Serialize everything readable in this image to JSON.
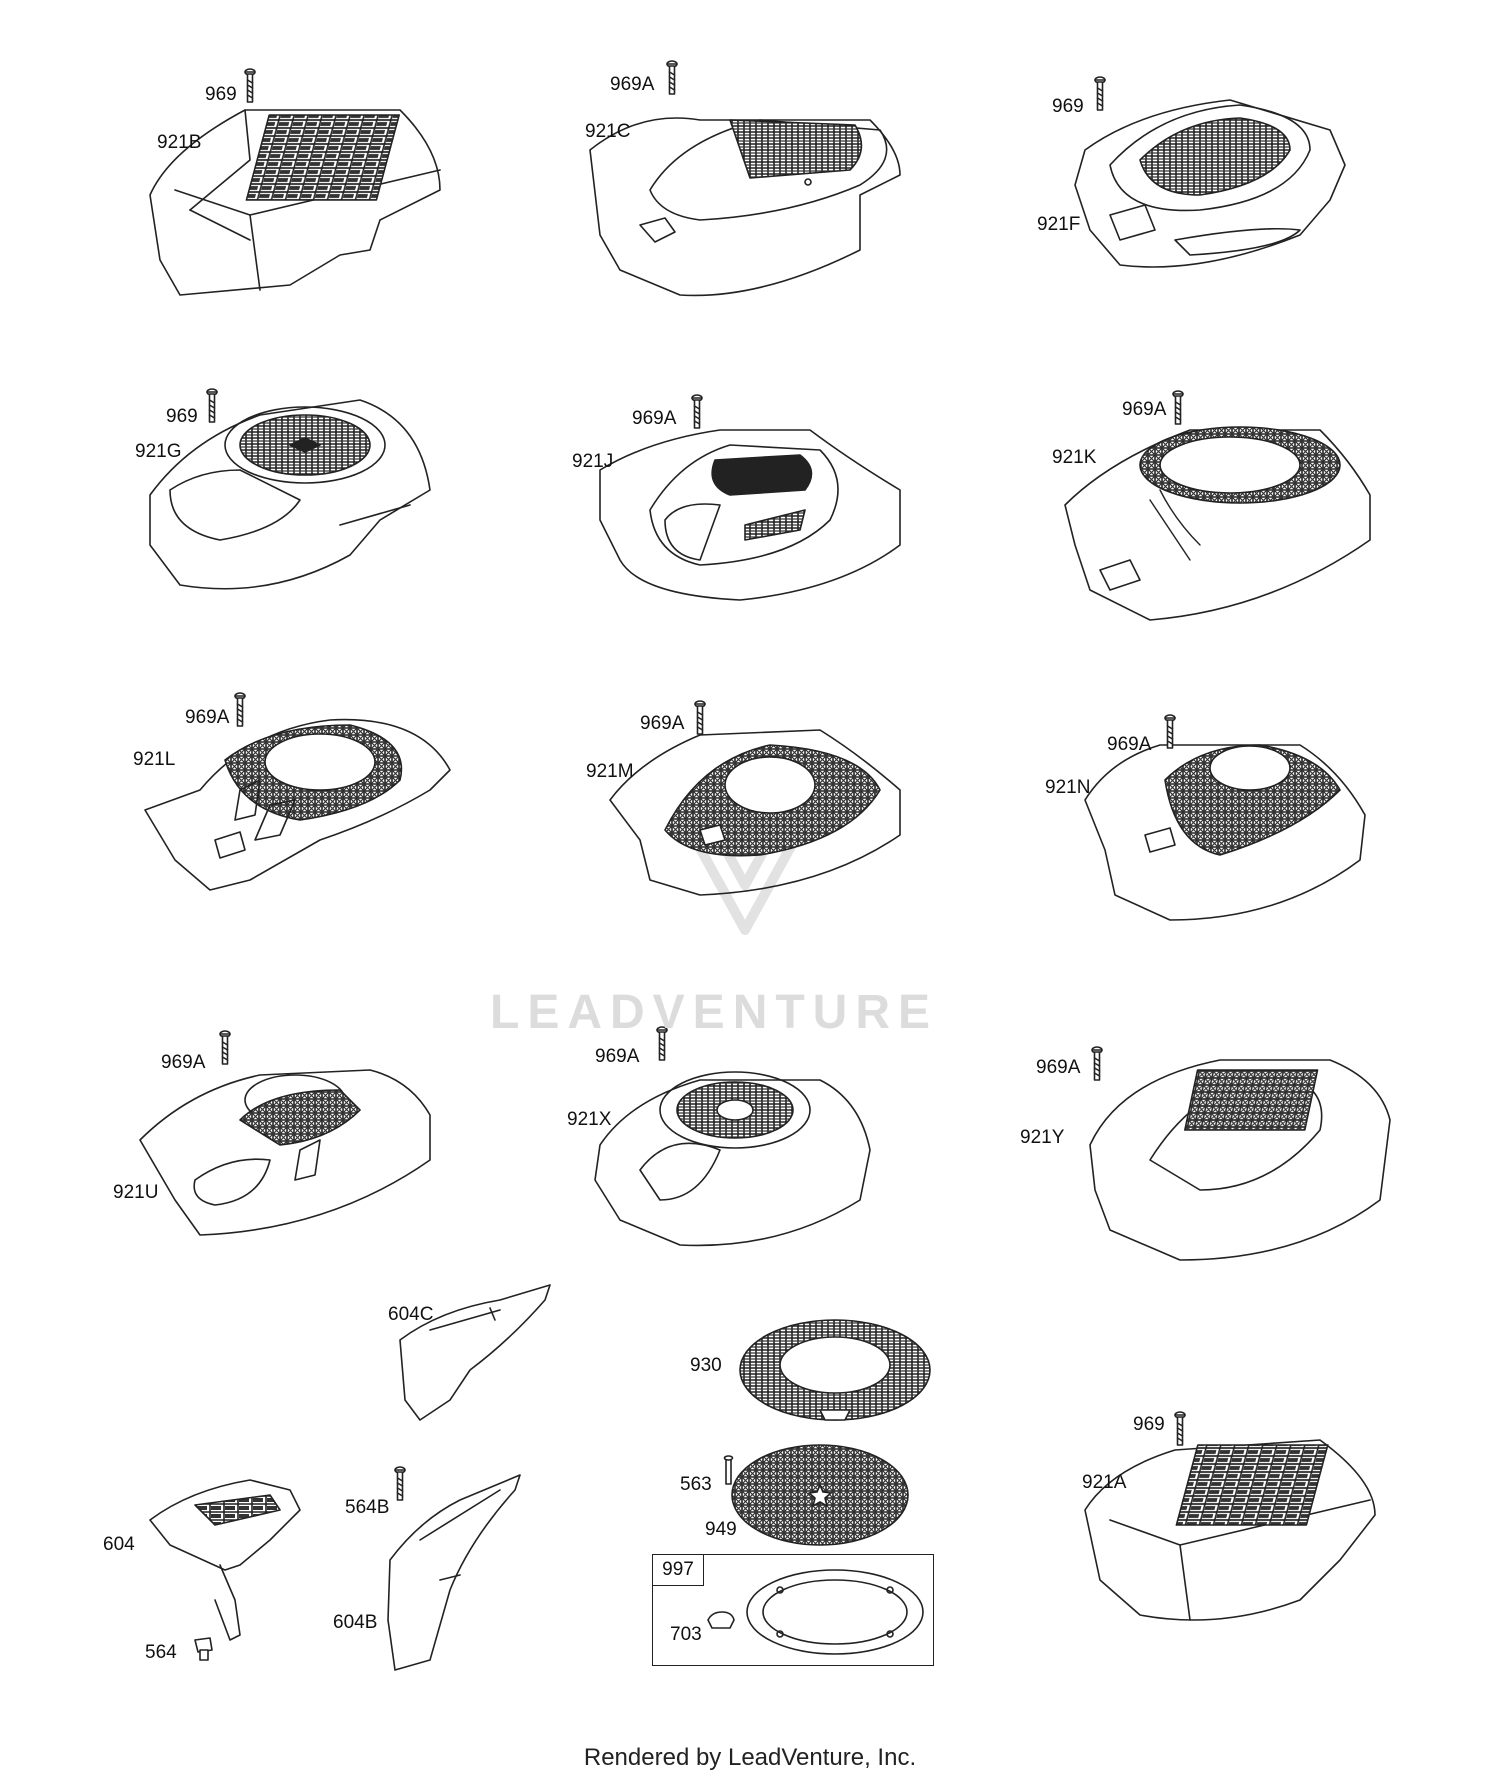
{
  "labels": {
    "s_969_1": "969",
    "c_921B": "921B",
    "s_969A_1": "969A",
    "c_921C": "921C",
    "s_969_2": "969",
    "c_921F": "921F",
    "s_969_3": "969",
    "c_921G": "921G",
    "s_969A_2": "969A",
    "c_921J": "921J",
    "s_969A_3": "969A",
    "c_921K": "921K",
    "s_969A_4": "969A",
    "c_921L": "921L",
    "s_969A_5": "969A",
    "c_921M": "921M",
    "s_969A_6": "969A",
    "c_921N": "921N",
    "s_969A_7": "969A",
    "c_921U": "921U",
    "s_969A_8": "969A",
    "c_921X": "921X",
    "s_969A_9": "969A",
    "c_921Y": "921Y",
    "p_604C": "604C",
    "p_930": "930",
    "s_969_4": "969",
    "c_921A": "921A",
    "p_563": "563",
    "p_949": "949",
    "p_604": "604",
    "p_564": "564",
    "p_564B": "564B",
    "p_604B": "604B",
    "kit_997": "997",
    "p_703": "703"
  },
  "watermark": "LEADVENTURE",
  "footer": "Rendered by LeadVenture, Inc."
}
